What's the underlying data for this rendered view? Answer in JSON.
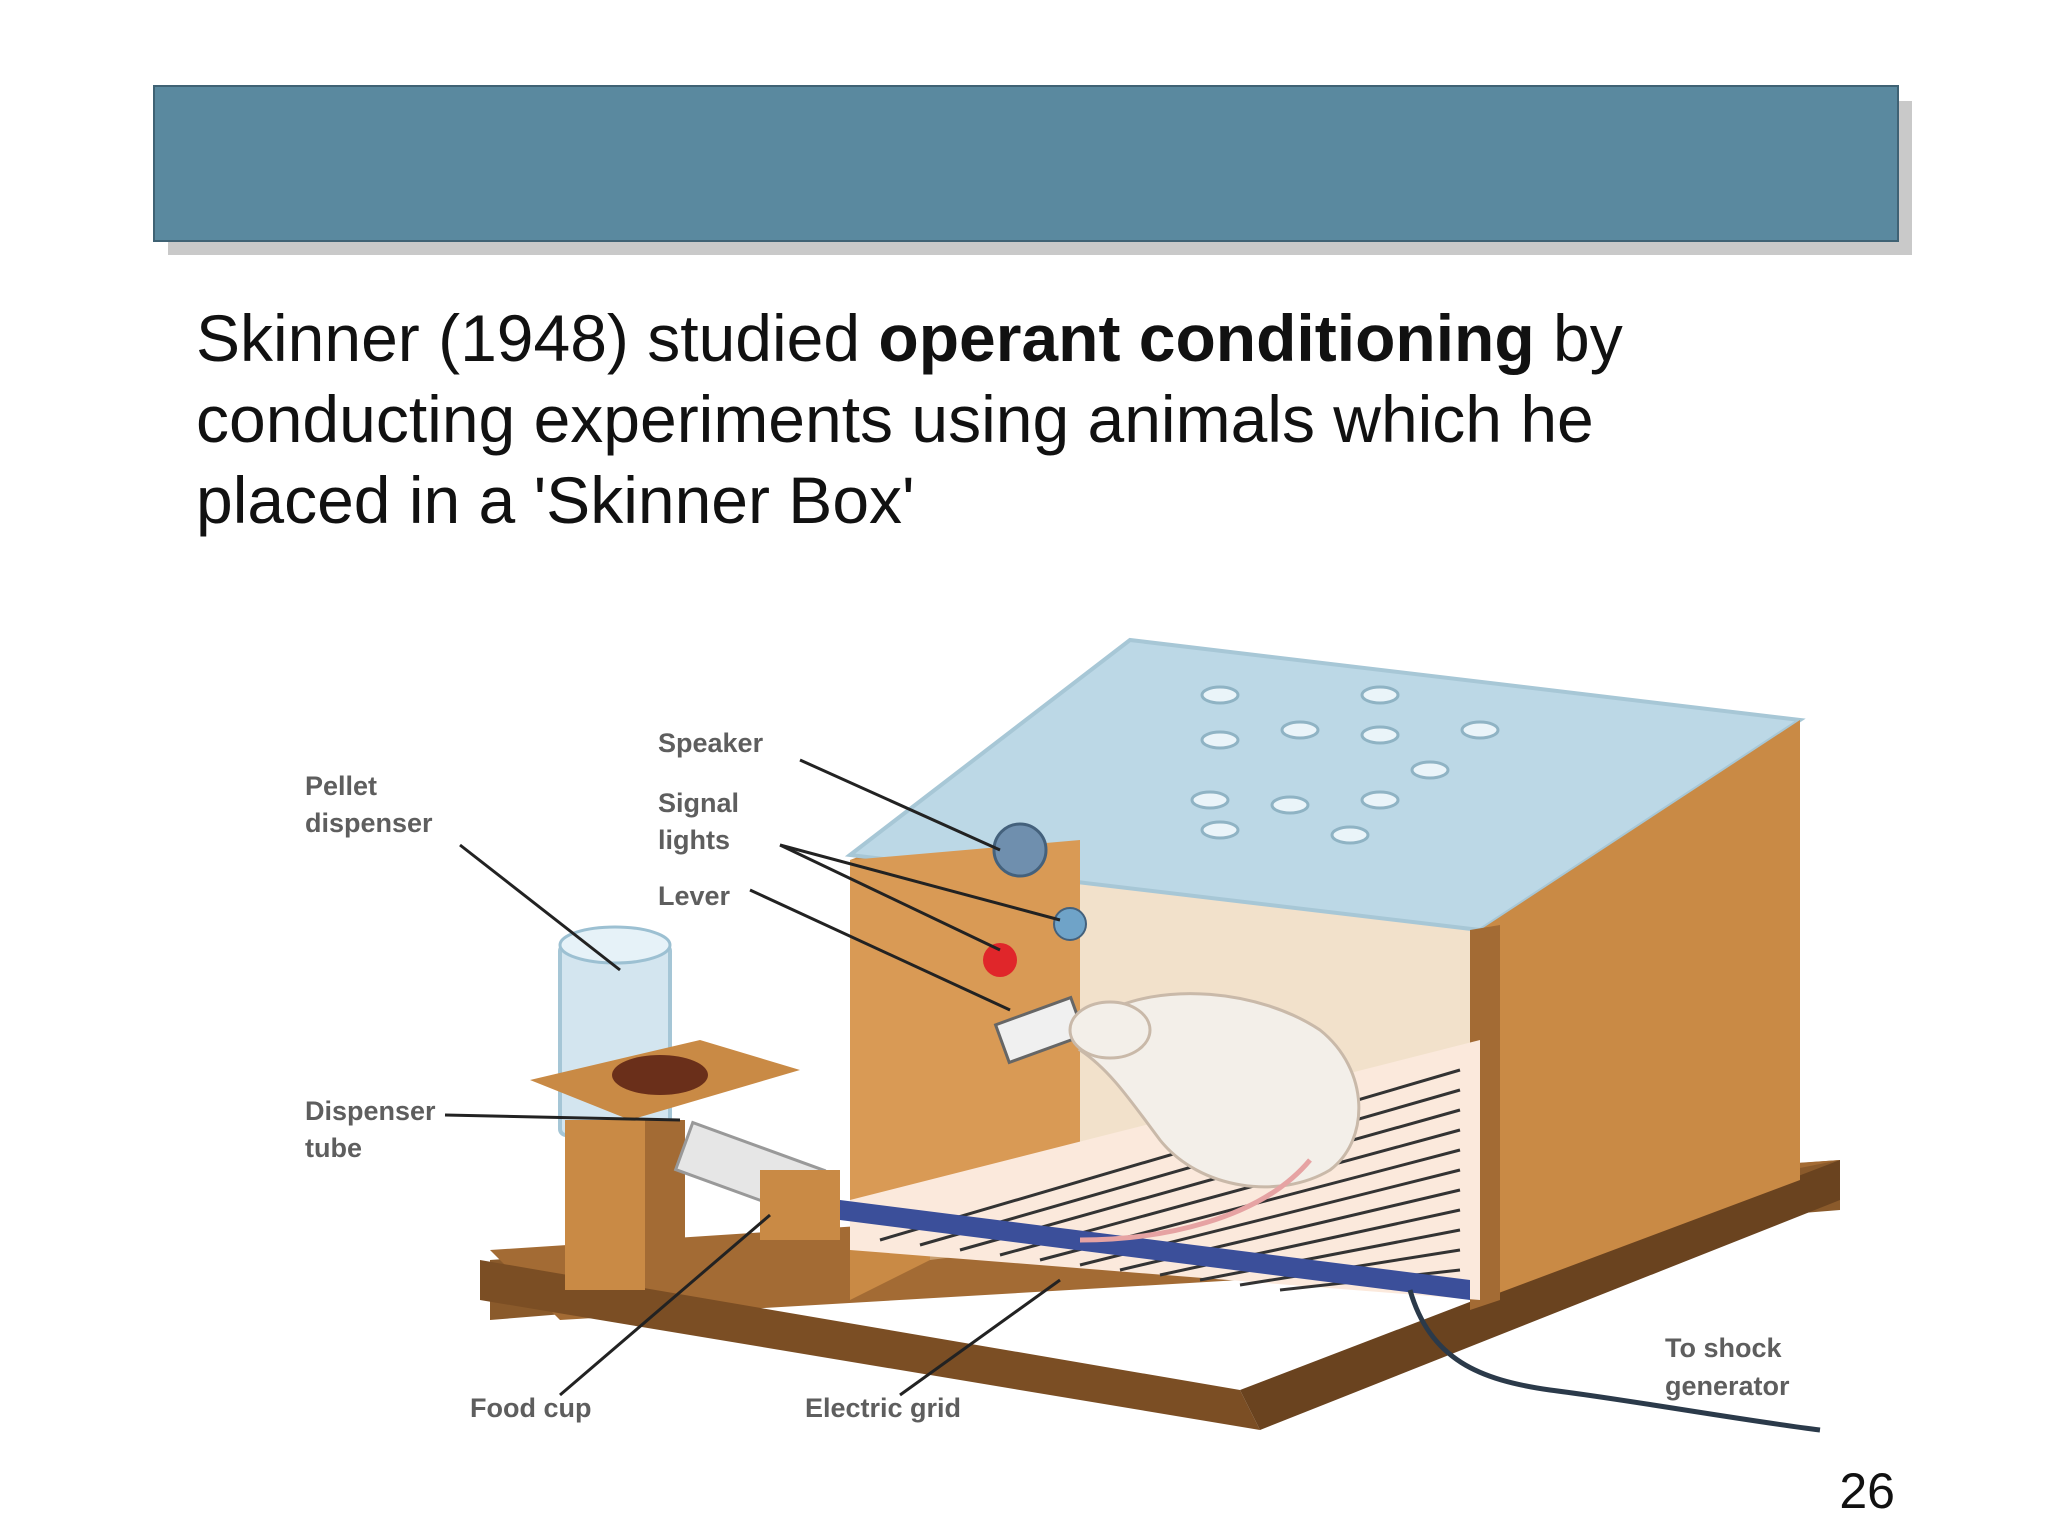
{
  "slide": {
    "text": {
      "line1_a": "Skinner (1948) studied ",
      "line1_bold": "operant conditioning",
      "line1_b": " by",
      "line2": "conducting experiments using animals which he",
      "line3": "placed in a 'Skinner Box'"
    },
    "page_number": "26"
  },
  "figure": {
    "labels": {
      "pellet_dispenser_1": "Pellet",
      "pellet_dispenser_2": "dispenser",
      "speaker": "Speaker",
      "signal_lights_1": "Signal",
      "signal_lights_2": "lights",
      "lever": "Lever",
      "dispenser_tube_1": "Dispenser",
      "dispenser_tube_2": "tube",
      "food_cup": "Food cup",
      "electric_grid": "Electric grid",
      "to_shock_1": "To shock",
      "to_shock_2": "generator"
    },
    "colors": {
      "title_bar": "#5a899f",
      "wood": "#c98a45",
      "wood_dark": "#8a5a2b",
      "glass": "#bcd8e6",
      "signal_red": "#e0262a",
      "signal_blue": "#6fa3c8"
    }
  }
}
